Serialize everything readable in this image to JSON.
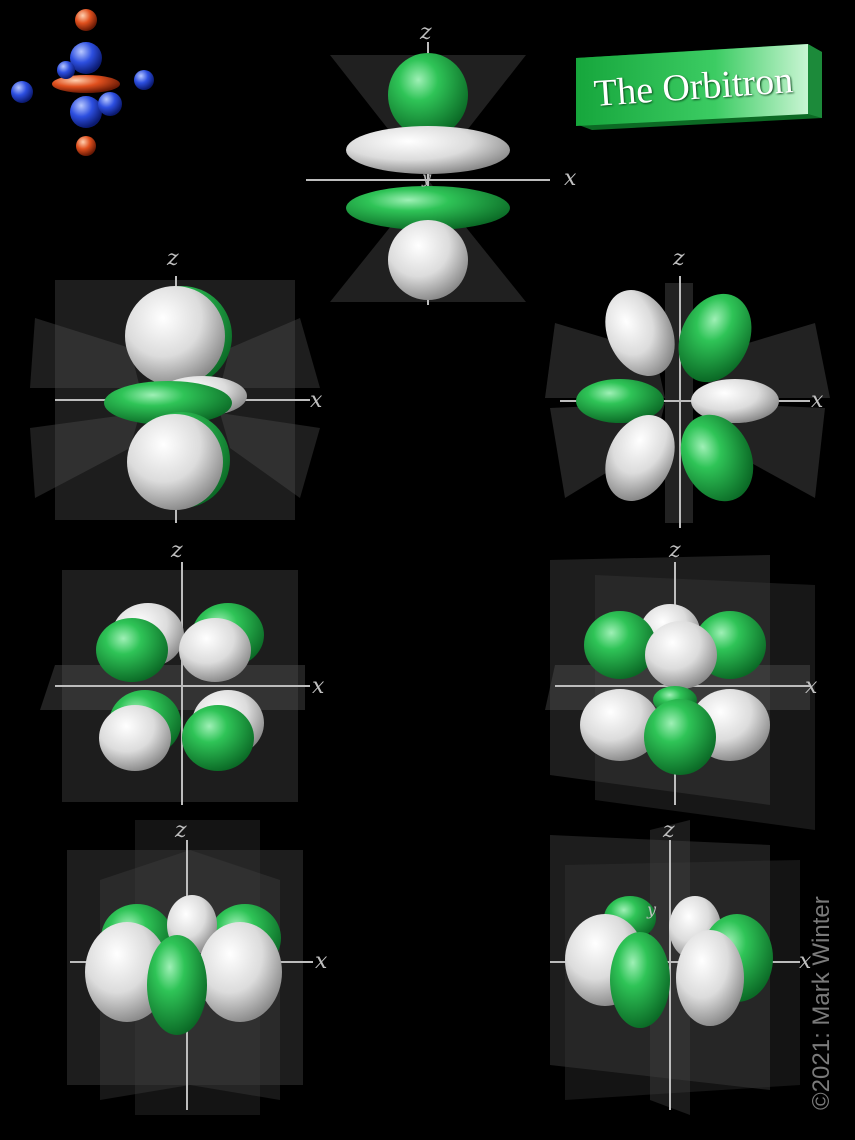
{
  "banner": {
    "title": "The Orbitron"
  },
  "copyright": "©2021: Mark Winter",
  "axes": {
    "z": "z",
    "x": "x",
    "y": "y"
  },
  "colors": {
    "background": "#000000",
    "positive_lobe": "#22b14c",
    "negative_lobe": "#e8e8e8",
    "accent": "#2cc253"
  }
}
